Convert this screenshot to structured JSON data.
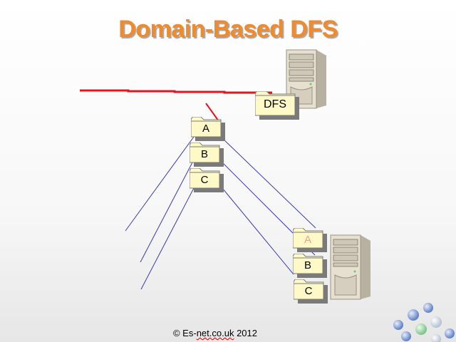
{
  "slide": {
    "title": "Domain-Based DFS",
    "footer_prefix": "© Es-",
    "footer_link": "net.co.uk",
    "footer_suffix": " 2012"
  },
  "dfs_root": {
    "label": "DFS"
  },
  "root_folders": [
    {
      "label": "A"
    },
    {
      "label": "B"
    },
    {
      "label": "C"
    }
  ],
  "target_folders": [
    {
      "label": "A"
    },
    {
      "label": "B"
    },
    {
      "label": "C"
    }
  ],
  "colors": {
    "title": "#f08a2a",
    "red_line": "#e8141b",
    "link_line": "#3b3bb8"
  }
}
